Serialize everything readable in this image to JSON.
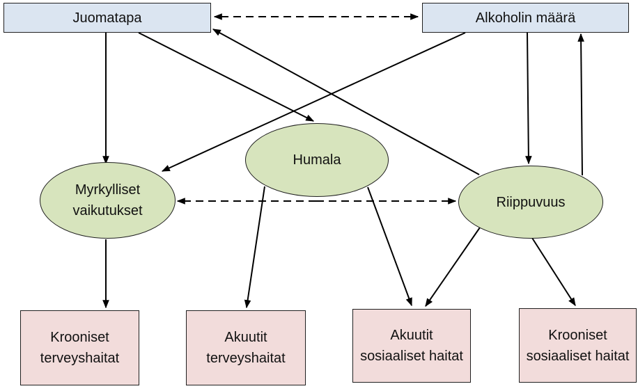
{
  "diagram": {
    "colors": {
      "top_box_fill": "#dbe5f1",
      "ellipse_fill": "#d7e4bd",
      "bottom_box_fill": "#f2dcdb",
      "shape_border": "#1f1f1f",
      "arrow": "#000000",
      "background": "#ffffff",
      "text": "#111111"
    },
    "nodes": {
      "juomatapa": {
        "label": "Juomatapa",
        "shape": "rectangle"
      },
      "alkoholin_maara": {
        "label": "Alkoholin määrä",
        "shape": "rectangle"
      },
      "myrkylliset_vaikutukset": {
        "label": "Myrkylliset vaikutukset",
        "shape": "ellipse"
      },
      "humala": {
        "label": "Humala",
        "shape": "ellipse"
      },
      "riippuvuus": {
        "label": "Riippuvuus",
        "shape": "ellipse"
      },
      "krooniset_terveyshaitat": {
        "label": "Krooniset terveyshaitat",
        "shape": "rectangle"
      },
      "akuutit_terveyshaitat": {
        "label": "Akuutit terveyshaitat",
        "shape": "rectangle"
      },
      "akuutit_sosiaaliset_haitat": {
        "label": "Akuutit sosiaaliset haitat",
        "shape": "rectangle"
      },
      "krooniset_sosiaaliset_haitat": {
        "label": "Krooniset sosiaaliset haitat",
        "shape": "rectangle"
      }
    },
    "edges": [
      {
        "from": "juomatapa",
        "to": "myrkylliset_vaikutukset",
        "style": "solid",
        "heads": "single"
      },
      {
        "from": "juomatapa",
        "to": "humala",
        "style": "solid",
        "heads": "single"
      },
      {
        "from": "riippuvuus",
        "to": "juomatapa",
        "style": "solid",
        "heads": "single"
      },
      {
        "from": "alkoholin_maara",
        "to": "myrkylliset_vaikutukset",
        "style": "solid",
        "heads": "single"
      },
      {
        "from": "alkoholin_maara",
        "to": "riippuvuus",
        "style": "solid",
        "heads": "single"
      },
      {
        "from": "riippuvuus",
        "to": "alkoholin_maara",
        "style": "solid",
        "heads": "single"
      },
      {
        "from": "myrkylliset_vaikutukset",
        "to": "krooniset_terveyshaitat",
        "style": "solid",
        "heads": "single"
      },
      {
        "from": "humala",
        "to": "akuutit_terveyshaitat",
        "style": "solid",
        "heads": "single"
      },
      {
        "from": "humala",
        "to": "akuutit_sosiaaliset_haitat",
        "style": "solid",
        "heads": "single"
      },
      {
        "from": "riippuvuus",
        "to": "akuutit_sosiaaliset_haitat",
        "style": "solid",
        "heads": "single"
      },
      {
        "from": "riippuvuus",
        "to": "krooniset_sosiaaliset_haitat",
        "style": "solid",
        "heads": "single"
      },
      {
        "from": "juomatapa",
        "to": "alkoholin_maara",
        "style": "dashed",
        "heads": "double"
      },
      {
        "from": "myrkylliset_vaikutukset",
        "to": "riippuvuus",
        "style": "dashed",
        "heads": "double"
      }
    ]
  }
}
